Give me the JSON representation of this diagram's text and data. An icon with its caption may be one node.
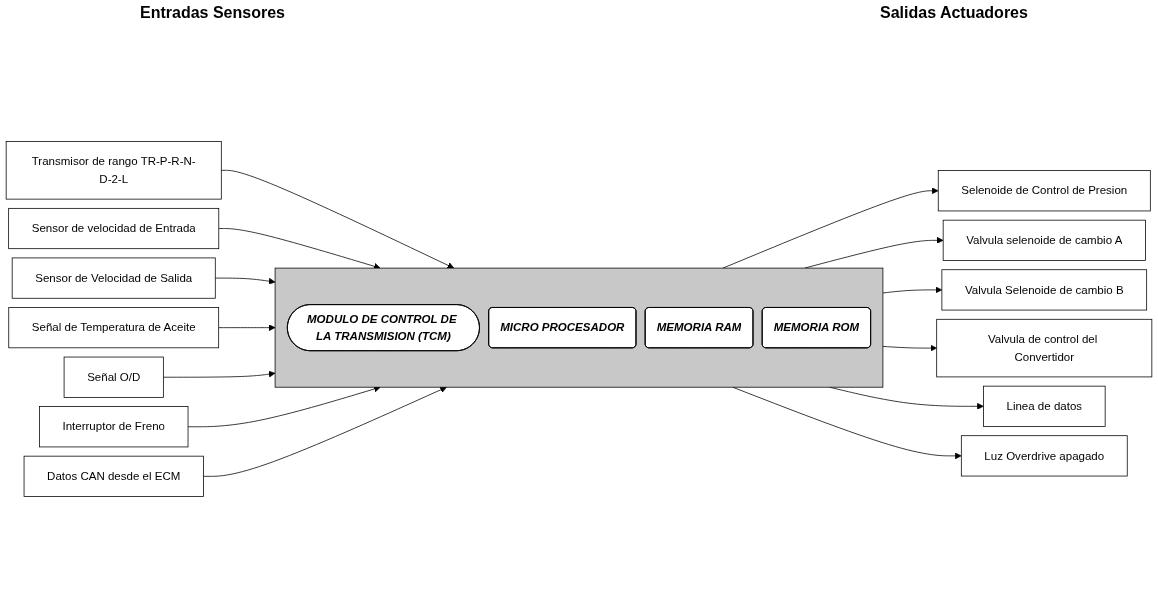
{
  "diagram": {
    "nodes": [
      {
        "text": [
          "Transmisor de rango TR-P-R-N-D-2-L"
        ]
      },
      {
        "text": [
          "Sensor de velocidad de Entrada"
        ]
      },
      {
        "text": [
          "Sensor de Velocidad de Salida"
        ]
      },
      {
        "text": [
          "Señal de Temperatura de Aceite"
        ]
      },
      {
        "text": [
          "Señal O/D"
        ]
      },
      {
        "text": [
          "Interruptor de Freno"
        ]
      },
      {
        "text": [
          "Datos CAN desde el ECM"
        ]
      },
      {
        "text": [],
        "shape": "box"
      },
      {
        "text": [
          "MODULO DE CONTROL DE LA TRANSMISION (TCM)"
        ],
        "in": 7
      },
      {
        "text": [
          "MICRO PROCESADOR"
        ],
        "in": 7
      },
      {
        "text": [
          "MEMORIA RAM"
        ],
        "in": 7
      },
      {
        "text": [
          "MEMORIA ROM"
        ],
        "in": 7
      },
      {
        "text": [
          "Selenoide de Control de Presion"
        ]
      },
      {
        "text": [
          "Valvula selenoide de cambio A"
        ]
      },
      {
        "text": [
          "Valvula Selenoide de cambio B"
        ]
      },
      {
        "text": [
          "Valvula de control del Convertidor"
        ]
      },
      {
        "text": [
          "Linea de datos"
        ]
      },
      {
        "text": [
          "Luz Overdrive apagado"
        ]
      }
    ],
    "edges": [
      {
        "from": 0,
        "to": 7,
        "arrow": "to"
      },
      {
        "from": 1,
        "to": 7,
        "arrow": "to"
      },
      {
        "from": 2,
        "to": 7,
        "arrow": "to"
      },
      {
        "from": 3,
        "to": 7,
        "arrow": "to"
      },
      {
        "from": 4,
        "to": 7,
        "arrow": "to"
      },
      {
        "from": 5,
        "to": 7,
        "arrow": "to"
      },
      {
        "from": 6,
        "to": 7,
        "arrow": "to"
      },
      {
        "from": 7,
        "to": 12,
        "arrow": "to"
      },
      {
        "from": 7,
        "to": 13,
        "arrow": "to"
      },
      {
        "from": 7,
        "to": 14,
        "arrow": "to"
      },
      {
        "from": 7,
        "to": 15,
        "arrow": "to"
      },
      {
        "from": 7,
        "to": 16,
        "arrow": "to"
      },
      {
        "from": 7,
        "to": 17,
        "arrow": "to"
      }
    ],
    "labels": [
      "Entradas Sensores",
      "Salidas Actuadores"
    ]
  }
}
